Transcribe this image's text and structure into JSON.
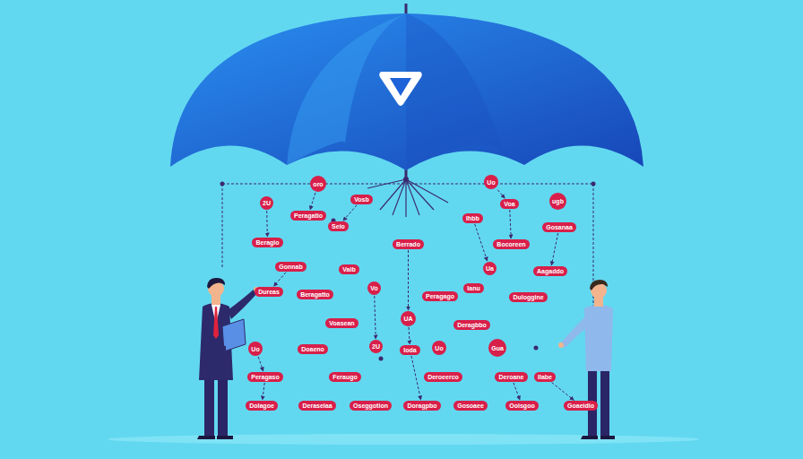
{
  "diagram": {
    "nodes": [
      {
        "text": [
          "oro"
        ]
      },
      {
        "text": [
          "Uo"
        ]
      },
      {
        "text": [
          "2U"
        ]
      },
      {
        "text": [
          "Vosb"
        ]
      },
      {
        "text": [
          "Voa"
        ]
      },
      {
        "text": [
          "ugb"
        ]
      },
      {
        "text": [
          "Peragatio"
        ]
      },
      {
        "text": [
          "Ihbb"
        ]
      },
      {
        "text": [
          "Seio"
        ]
      },
      {
        "text": [
          "Gosanaa"
        ]
      },
      {
        "text": [
          "Beragio"
        ]
      },
      {
        "text": [
          "Berrado"
        ]
      },
      {
        "text": [
          "Bocoreen"
        ]
      },
      {
        "text": [
          "Gonnab"
        ]
      },
      {
        "text": [
          "Vaib"
        ]
      },
      {
        "text": [
          "Ua"
        ]
      },
      {
        "text": [
          "Aagaddo"
        ]
      },
      {
        "text": [
          "Vo"
        ]
      },
      {
        "text": [
          "Ianu"
        ]
      },
      {
        "text": [
          "Dureas"
        ]
      },
      {
        "text": [
          "Beragatto"
        ]
      },
      {
        "text": [
          "Peragago"
        ]
      },
      {
        "text": [
          "Duloggine"
        ]
      },
      {
        "text": [
          "UA"
        ]
      },
      {
        "text": [
          "Voasean"
        ]
      },
      {
        "text": [
          "Deragbbo"
        ]
      },
      {
        "text": [
          "Uo"
        ]
      },
      {
        "text": [
          "Doaeno"
        ]
      },
      {
        "text": [
          "2U"
        ]
      },
      {
        "text": [
          "Ioda"
        ]
      },
      {
        "text": [
          "Uo"
        ]
      },
      {
        "text": [
          "Gua"
        ]
      },
      {
        "text": [
          "Peragaso"
        ]
      },
      {
        "text": [
          "Feraugo"
        ]
      },
      {
        "text": [
          "Deroeerco"
        ]
      },
      {
        "text": [
          "Deroane"
        ]
      },
      {
        "text": [
          "Ilabe"
        ]
      },
      {
        "text": [
          "Dolagoe"
        ]
      },
      {
        "text": [
          "Deraseiaa"
        ]
      },
      {
        "text": [
          "Oseggotion"
        ]
      },
      {
        "text": [
          "Doragpbo"
        ]
      },
      {
        "text": [
          "Gosoaee"
        ]
      },
      {
        "text": [
          "Ooisgoo"
        ]
      },
      {
        "text": [
          "Goaeidio"
        ]
      }
    ],
    "edges": [
      {
        "from": 0,
        "to": 6,
        "arrow": "to"
      },
      {
        "from": 3,
        "to": 8,
        "arrow": "to"
      },
      {
        "from": 1,
        "to": 4,
        "arrow": "to"
      },
      {
        "from": 4,
        "to": 12,
        "arrow": "to"
      },
      {
        "from": 7,
        "to": 15,
        "arrow": "to"
      },
      {
        "from": 2,
        "to": 10,
        "arrow": "to"
      },
      {
        "from": 9,
        "to": 16,
        "arrow": "to"
      },
      {
        "from": 13,
        "to": 19,
        "arrow": "to"
      },
      {
        "from": 11,
        "to": 23,
        "arrow": "to"
      },
      {
        "from": 17,
        "to": 28,
        "arrow": "to"
      },
      {
        "from": 23,
        "to": 29,
        "arrow": "to"
      },
      {
        "from": 29,
        "to": 40,
        "arrow": "to"
      },
      {
        "from": 26,
        "to": 32,
        "arrow": "to"
      },
      {
        "from": 32,
        "to": 37,
        "arrow": "to"
      },
      {
        "from": 35,
        "to": 42,
        "arrow": "to"
      },
      {
        "from": 36,
        "to": 43,
        "arrow": "to"
      }
    ]
  }
}
